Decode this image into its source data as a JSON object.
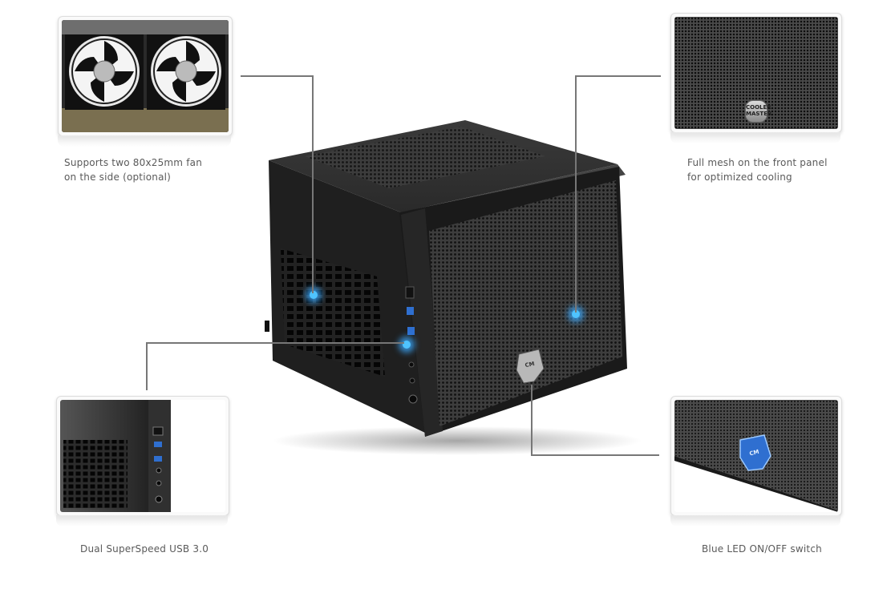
{
  "features": [
    {
      "id": "fan",
      "caption": [
        "Supports two 80x25mm fan",
        "on the side (optional)"
      ]
    },
    {
      "id": "mesh",
      "caption": [
        "Full mesh on the front panel",
        "for optimized cooling"
      ]
    },
    {
      "id": "usb",
      "caption": [
        "Dual SuperSpeed USB 3.0"
      ]
    },
    {
      "id": "led",
      "caption": [
        "Blue LED ON/OFF switch"
      ]
    }
  ],
  "logo_text": [
    "COOLER",
    "MASTER"
  ],
  "colors": {
    "led_blue": "#4fc3ff",
    "case_black": "#1b1b1b",
    "line": "#777777"
  }
}
